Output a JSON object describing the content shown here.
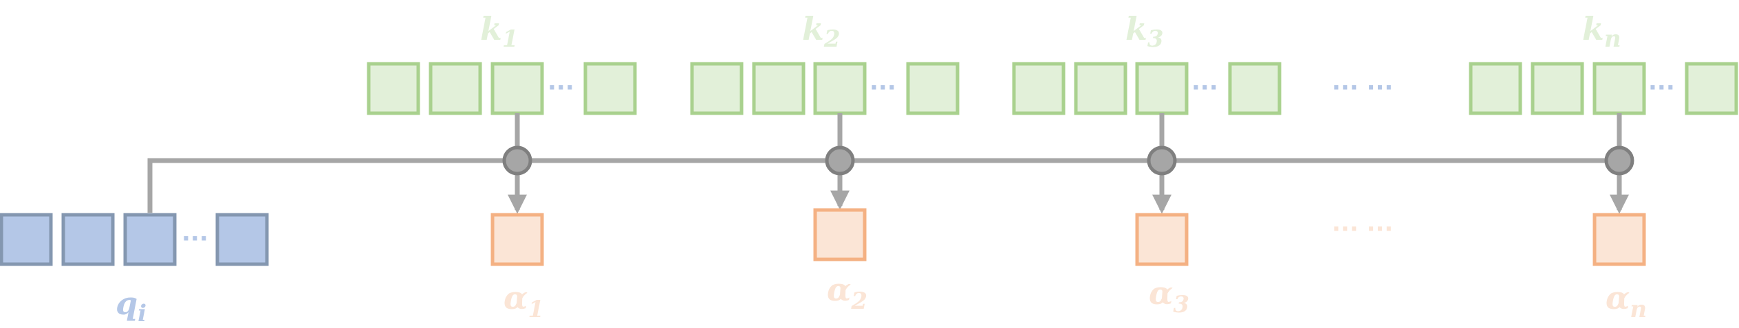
{
  "labels": {
    "query": {
      "main": "q",
      "sub": "i"
    },
    "keys": [
      {
        "main": "k",
        "sub": "1"
      },
      {
        "main": "k",
        "sub": "2"
      },
      {
        "main": "k",
        "sub": "3"
      },
      {
        "main": "k",
        "sub": "n"
      }
    ],
    "alphas": [
      {
        "main": "α",
        "sub": "1"
      },
      {
        "main": "α",
        "sub": "2"
      },
      {
        "main": "α",
        "sub": "3"
      },
      {
        "main": "α",
        "sub": "n"
      }
    ]
  },
  "colors": {
    "query_fill": "#b4c7e7",
    "query_stroke": "#8497b0",
    "query_label": "#b4c7e7",
    "key_fill": "#e2f0d9",
    "key_stroke": "#a9d18e",
    "key_label": "#e2f0d9",
    "alpha_fill": "#fbe5d6",
    "alpha_stroke": "#f4b183",
    "alpha_label": "#fbe5d6",
    "line": "#a6a6a6",
    "node_fill": "#a6a6a6",
    "node_stroke": "#7f7f7f",
    "dots_key": "#b4c7e7",
    "dots_alpha": "#fbe5d6"
  }
}
